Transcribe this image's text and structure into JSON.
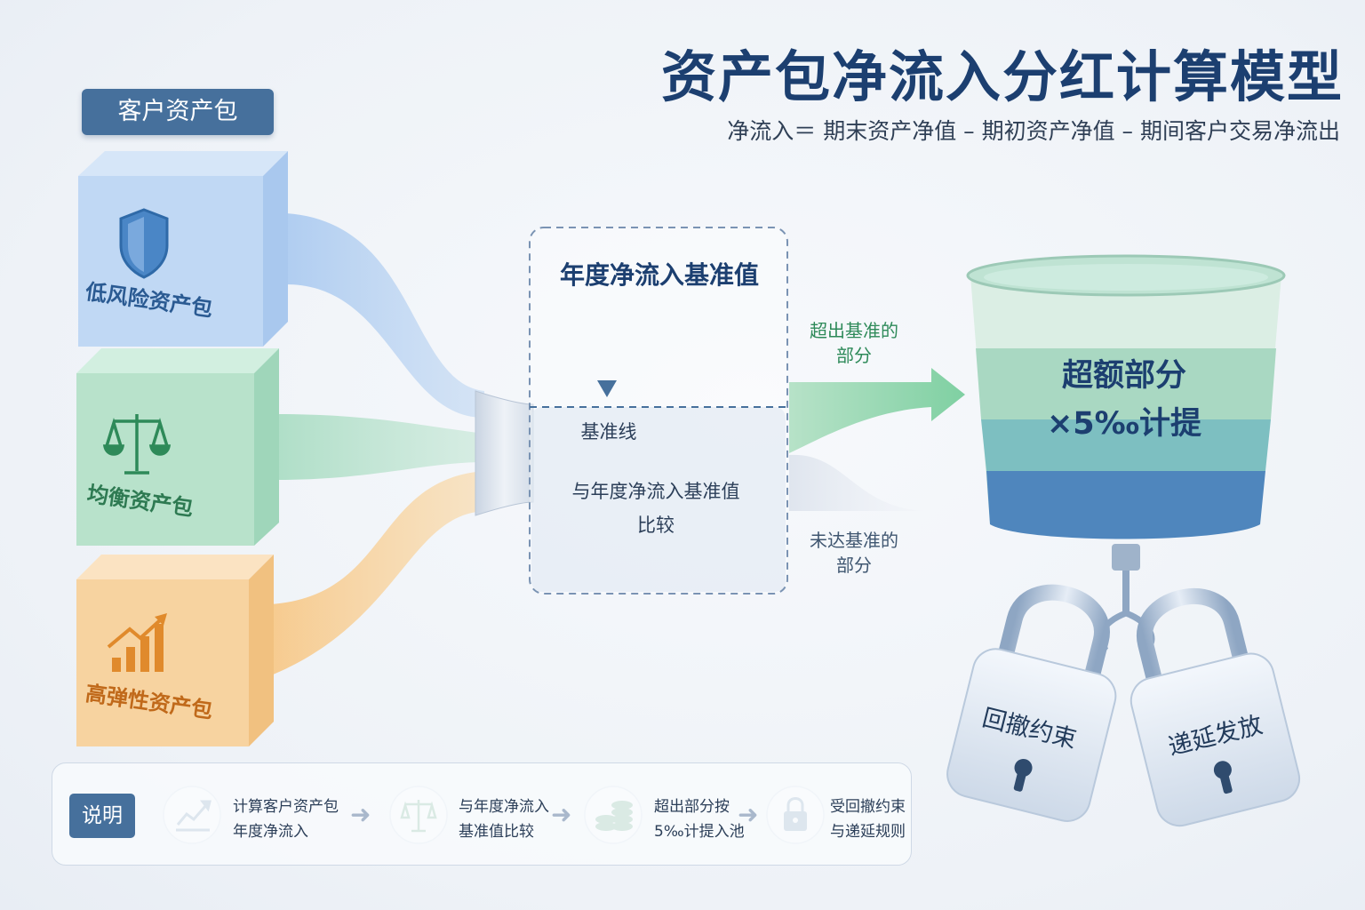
{
  "title": "资产包净流入分红计算模型",
  "formula": "净流入＝ 期末资产净值 – 期初资产净值 – 期间客户交易净流出",
  "group_label": "客户资产包",
  "packages": [
    {
      "label": "低风险资产包",
      "icon": "shield-icon",
      "color": "#8fb6e6"
    },
    {
      "label": "均衡资产包",
      "icon": "balance-scale-icon",
      "color": "#8fd0b0"
    },
    {
      "label": "高弹性资产包",
      "icon": "growth-chart-icon",
      "color": "#f2b86b"
    }
  ],
  "benchmark": {
    "title": "年度净流入基准值",
    "line_label": "基准线",
    "compare_line1": "与年度净流入基准值",
    "compare_line2": "比较"
  },
  "exceed": {
    "line1": "超出基准的",
    "line2": "部分"
  },
  "below": {
    "line1": "未达基准的",
    "line2": "部分"
  },
  "pool": {
    "line1": "超额部分",
    "line2": "×5‰计提"
  },
  "locks": [
    {
      "label": "回撤约束",
      "icon": "padlock-icon"
    },
    {
      "label": "递延发放",
      "icon": "padlock-icon"
    }
  ],
  "legend": {
    "badge": "说明",
    "steps": [
      {
        "icon": "trend-line-icon",
        "line1": "计算客户资产包",
        "line2": "年度净流入"
      },
      {
        "icon": "balance-scale-icon",
        "line1": "与年度净流入",
        "line2": "基准值比较"
      },
      {
        "icon": "coins-icon",
        "line1": "超出部分按",
        "line2": "5‰计提入池"
      },
      {
        "icon": "padlock-icon",
        "line1": "受回撤约束",
        "line2": "与递延规则"
      }
    ],
    "arrow": "➜"
  },
  "colors": {
    "primary": "#1c3f70",
    "badge": "#46709c",
    "green": "#2e8a59",
    "blue": "#4a86c6",
    "orange": "#e08a2c"
  }
}
